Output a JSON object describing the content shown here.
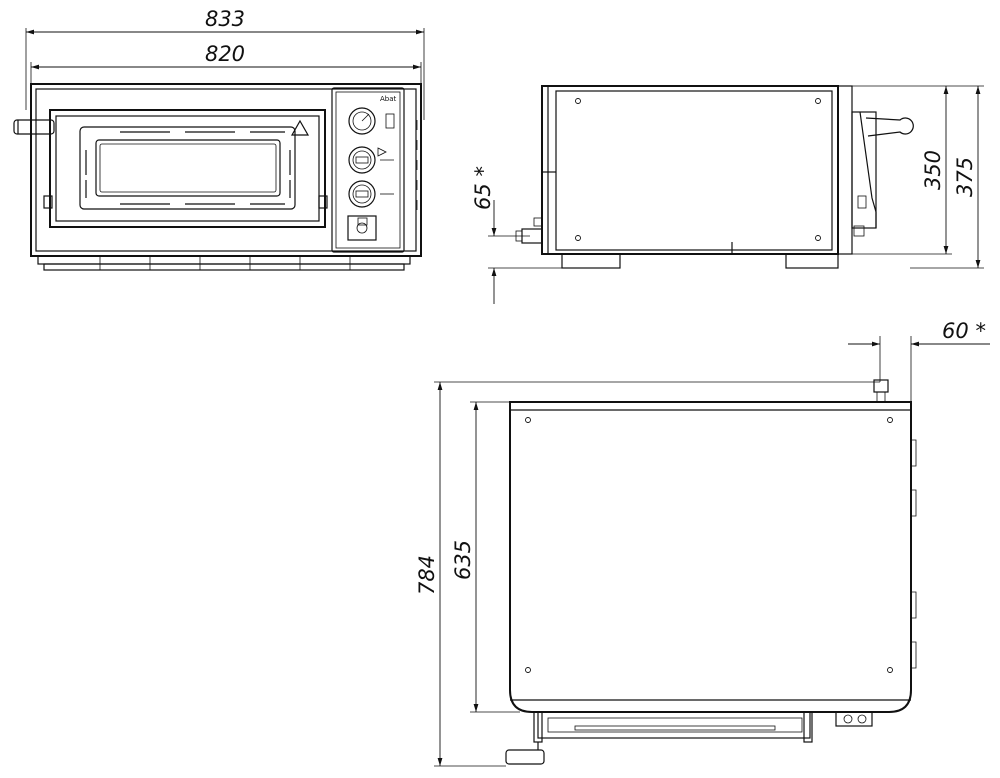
{
  "drawing": {
    "title": "",
    "views": [
      "front",
      "side",
      "top"
    ]
  },
  "dimensions": {
    "overall_width": "833",
    "body_width": "820",
    "side_foot_offset": "65 *",
    "side_body_height": "350",
    "side_overall_height": "375",
    "top_rear_offset": "60 *",
    "top_body_depth": "635",
    "top_overall_depth": "784"
  },
  "panel": {
    "brand_text": "Abat"
  },
  "colors": {
    "line": "#111111",
    "background": "#ffffff"
  }
}
